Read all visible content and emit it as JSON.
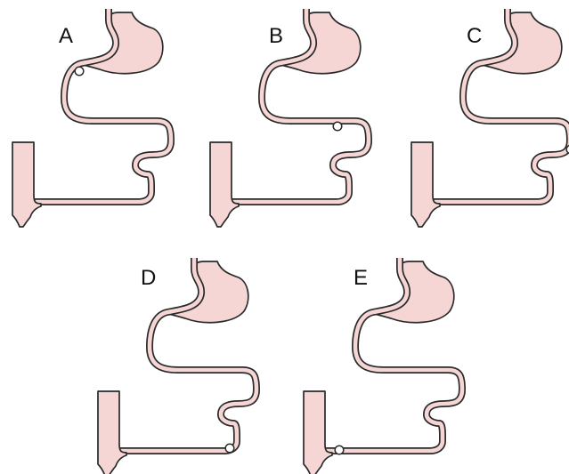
{
  "figure": {
    "background": "#ffffff",
    "fill_color": "#f5d6d4",
    "outline_color": "#2a2a2a",
    "panels": [
      {
        "label": "A",
        "marker_icon": "ring-marker"
      },
      {
        "label": "B",
        "marker_icon": "ring-marker"
      },
      {
        "label": "C",
        "marker_icon": "ring-marker"
      },
      {
        "label": "D",
        "marker_icon": "ring-marker"
      },
      {
        "label": "E",
        "marker_icon": "ring-marker"
      }
    ]
  }
}
